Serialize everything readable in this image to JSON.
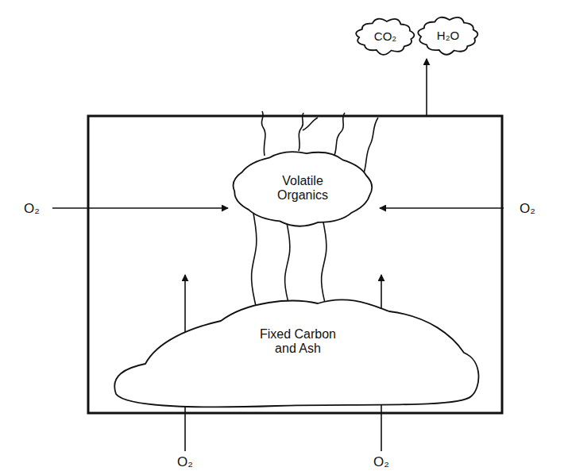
{
  "diagram": {
    "nodes": [
      {
        "text": [
          "CO₂"
        ]
      },
      {
        "text": [
          "H₂O"
        ]
      },
      {
        "text": [
          "Volatile Organics"
        ]
      },
      {
        "text": [
          "Fixed Carbon and Ash"
        ]
      }
    ],
    "edges": [
      {
        "from": 3,
        "to": 2,
        "arrow": "none"
      },
      {
        "from": 3,
        "to": 2,
        "arrow": "none"
      },
      {
        "from": 3,
        "to": 2,
        "arrow": "none"
      }
    ],
    "labels": [
      "O₂",
      "O₂",
      "O₂",
      "O₂"
    ]
  }
}
